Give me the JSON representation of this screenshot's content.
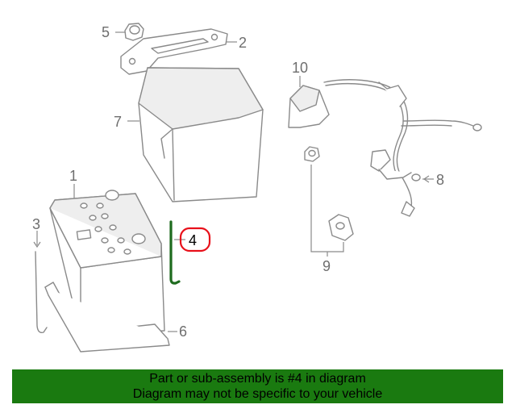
{
  "diagram": {
    "callouts": {
      "c1": "1",
      "c2": "2",
      "c3": "3",
      "c4": "4",
      "c5": "5",
      "c6": "6",
      "c7": "7",
      "c8": "8",
      "c9": "9",
      "c10": "10"
    },
    "highlight_color": "#e8101a",
    "highlighted_part_color": "#1e6b1e"
  },
  "banner": {
    "line1": "Part or sub-assembly is #4 in diagram",
    "line2": "Diagram may not be specific to your vehicle",
    "background": "#1a7a10"
  }
}
